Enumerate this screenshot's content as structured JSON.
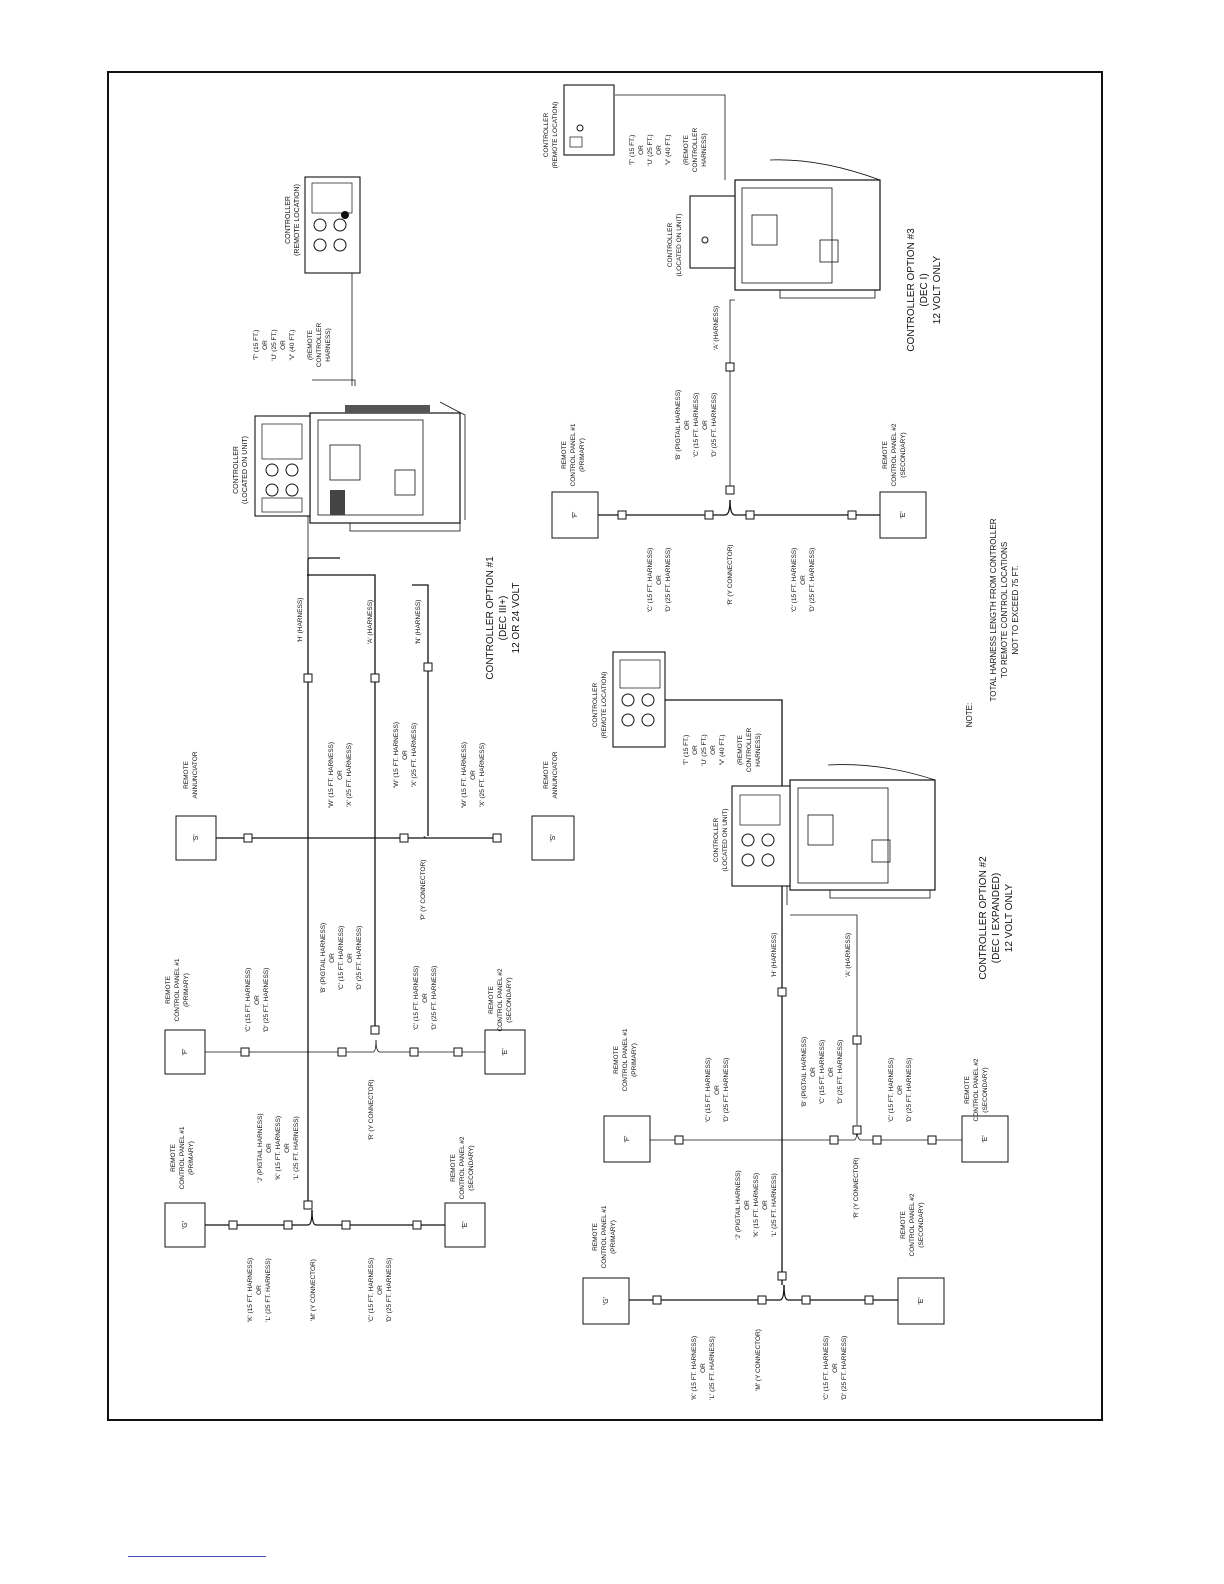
{
  "labels": {
    "C1_controller_unit": [
      "CONTROLLER",
      "(LOCATED ON UNIT)"
    ],
    "C1_controller_remote": [
      "CONTROLLER",
      "(REMOTE LOCATION)"
    ],
    "C1_tuv": [
      "'T'    (15 FT.)",
      "OR",
      "'U'    (25 FT.)",
      "OR",
      "'V'    (40 FT.)",
      "",
      "(REMOTE",
      "CONTROLLER",
      "HARNESS)"
    ],
    "C1_title": [
      "CONTROLLER OPTION #1",
      "(DEC III+)",
      "12 OR 24 VOLT"
    ],
    "C1_h": [
      "'H'  (HARNESS)"
    ],
    "C1_a": [
      "'A'  (HARNESS)"
    ],
    "C1_n": [
      "'N'  (HARNESS)"
    ],
    "C1_ann_top": [
      "REMOTE",
      "ANNUNCIATOR"
    ],
    "C1_ann_bot": [
      "REMOTE",
      "ANNUNCIATOR"
    ],
    "C1_wx_top": [
      "'W'   (15 FT. HARNESS)",
      "OR",
      "'X'   (25 FT. HARNESS)"
    ],
    "C1_wx_mid": [
      "'W'   (15 FT. HARNESS)",
      "OR",
      "'X'   (25 FT. HARNESS)"
    ],
    "C1_wx_bot": [
      "'W'   (15 FT. HARNESS)",
      "OR",
      "'X'   (25 FT. HARNESS)"
    ],
    "C1_p": [
      "'P'   (Y CONNECTOR)"
    ],
    "C1_bcd": [
      "'B'   (PIGTAIL HARNESS)",
      "OR",
      "'C'   (15 FT. HARNESS)",
      "OR",
      "'D'   (25 FT. HARNESS)"
    ],
    "C1_rcp1_F": [
      "REMOTE",
      "CONTROL PANEL #1",
      "(PRIMARY)"
    ],
    "C1_cd_F": [
      "'C'   (15 FT. HARNESS)",
      "OR",
      "'D'   (25 FT. HARNESS)"
    ],
    "C1_cd_E": [
      "'C'   (15 FT. HARNESS)",
      "OR",
      "'D'   (25 FT. HARNESS)"
    ],
    "C1_rcp2_E": [
      "REMOTE",
      "CONTROL PANEL #2",
      "(SECONDARY)"
    ],
    "C1_r": [
      "'R'   (Y CONNECTOR)"
    ],
    "C1_rcp1_G": [
      "REMOTE",
      "CONTROL PANEL #1",
      "(PRIMARY)"
    ],
    "C1_jkl": [
      "'J'   (PIGTAIL HARNESS)",
      "OR",
      "'K'   (15 FT. HARNESS)",
      "OR",
      "'L'   (25 FT. HARNESS)"
    ],
    "C1_rcp2_E2": [
      "REMOTE",
      "CONTROL PANEL #2",
      "(SECONDARY)"
    ],
    "C1_kl": [
      "'K'   (15 FT. HARNESS)",
      "OR",
      "'L'   (25 FT. HARNESS)"
    ],
    "C1_m": [
      "'M'   (Y CONNECTOR)"
    ],
    "C1_cd_E2": [
      "'C'   (15 FT. HARNESS)",
      "OR",
      "'D'   (25 FT. HARNESS)"
    ],
    "C3_controller_remote": [
      "CONTROLLER",
      "(REMOTE LOCATION)"
    ],
    "C3_tuv": [
      "'T'    (15 FT.)",
      "OR",
      "'U'    (25 FT.)",
      "OR",
      "'V'    (40 FT.)",
      "",
      "(REMOTE",
      "CONTROLLER",
      "HARNESS)"
    ],
    "C3_controller_unit": [
      "CONTROLLER",
      "(LOCATED ON UNIT)"
    ],
    "C3_a": [
      "'A'   (HARNESS)"
    ],
    "C3_title": [
      "CONTROLLER OPTION #3",
      "(DEC I)",
      "12 VOLT ONLY"
    ],
    "C3_rcp1_F": [
      "REMOTE",
      "CONTROL PANEL #1",
      "(PRIMARY)"
    ],
    "C3_bcd": [
      "'B'   (PIGTAIL HARNESS)",
      "OR",
      "'C'   (15 FT. HARNESS)",
      "OR",
      "'D'   (25 FT. HARNESS)"
    ],
    "C3_rcp2_E": [
      "REMOTE",
      "CONTROL PANEL #2",
      "(SECONDARY)"
    ],
    "C3_cd_F": [
      "'C'   (15 FT. HARNESS)",
      "OR",
      "'D'   (25 FT. HARNESS)"
    ],
    "C3_r": [
      "'R'   (Y CONNECTOR)"
    ],
    "C3_cd_E": [
      "'C'   (15 FT. HARNESS)",
      "OR",
      "'D'   (25 FT. HARNESS)"
    ],
    "note_head": [
      "NOTE:"
    ],
    "note_body": [
      "TOTAL HARNESS LENGTH FROM CONTROLLER",
      "TO REMOTE CONTROL LOCATIONS",
      "NOT TO EXCEED 75 FT."
    ],
    "C2_controller_remote": [
      "CONTROLLER",
      "(REMOTE LOCATION)"
    ],
    "C2_tuv": [
      "'T'    (15 FT.)",
      "OR",
      "'U'    (25 FT.)",
      "OR",
      "'V'    (40 FT.)",
      "",
      "(REMOTE",
      "CONTROLLER",
      "HARNESS)"
    ],
    "C2_controller_unit": [
      "CONTROLLER",
      "(LOCATED ON UNIT)"
    ],
    "C2_title": [
      "CONTROLLER OPTION #2",
      "(DEC I EXPANDED)",
      "12 VOLT ONLY"
    ],
    "C2_h": [
      "'H'  (HARNESS)"
    ],
    "C2_a": [
      "'A'  (HARNESS)"
    ],
    "C2_rcp1_F": [
      "REMOTE",
      "CONTROL PANEL #1",
      "(PRIMARY)"
    ],
    "C2_cd_F": [
      "'C'   (15 FT. HARNESS)",
      "OR",
      "'D'   (25 FT. HARNESS)"
    ],
    "C2_bcd": [
      "'B'   (PIGTAIL HARNESS)",
      "OR",
      "'C'   (15 FT. HARNESS)",
      "OR",
      "'D'   (25 FT. HARNESS)"
    ],
    "C2_cd_E": [
      "'C'   (15 FT. HARNESS)",
      "OR",
      "'D'   (25 FT. HARNESS)"
    ],
    "C2_rcp2_E": [
      "REMOTE",
      "CONTROL PANEL #2",
      "(SECONDARY)"
    ],
    "C2_r": [
      "'R'   (Y CONNECTOR)"
    ],
    "C2_rcp1_G": [
      "REMOTE",
      "CONTROL PANEL #1",
      "(PRIMARY)"
    ],
    "C2_jkl": [
      "'J'   (PIGTAIL HARNESS)",
      "OR",
      "'K'   (15 FT. HARNESS)",
      "OR",
      "'L'   (25 FT. HARNESS)"
    ],
    "C2_rcp2_E2": [
      "REMOTE",
      "CONTROL PANEL #2",
      "(SECONDARY)"
    ],
    "C2_kl": [
      "'K'   (15 FT. HARNESS)",
      "OR",
      "'L'   (25 FT. HARNESS)"
    ],
    "C2_m": [
      "'M'   (Y CONNECTOR)"
    ],
    "C2_cd_E2": [
      "'C'   (15 FT. HARNESS)",
      "OR",
      "'D'   (25 FT. HARNESS)"
    ]
  },
  "boxes": {
    "C1_S_top": "'S'",
    "C1_S_bot": "'S'",
    "C1_F": "'F'",
    "C1_E": "'E'",
    "C1_G": "'G'",
    "C1_E2": "'E'",
    "C3_F": "'F'",
    "C3_E": "'E'",
    "C2_F": "'F'",
    "C2_E": "'E'",
    "C2_G": "'G'",
    "C2_E2": "'E'"
  }
}
